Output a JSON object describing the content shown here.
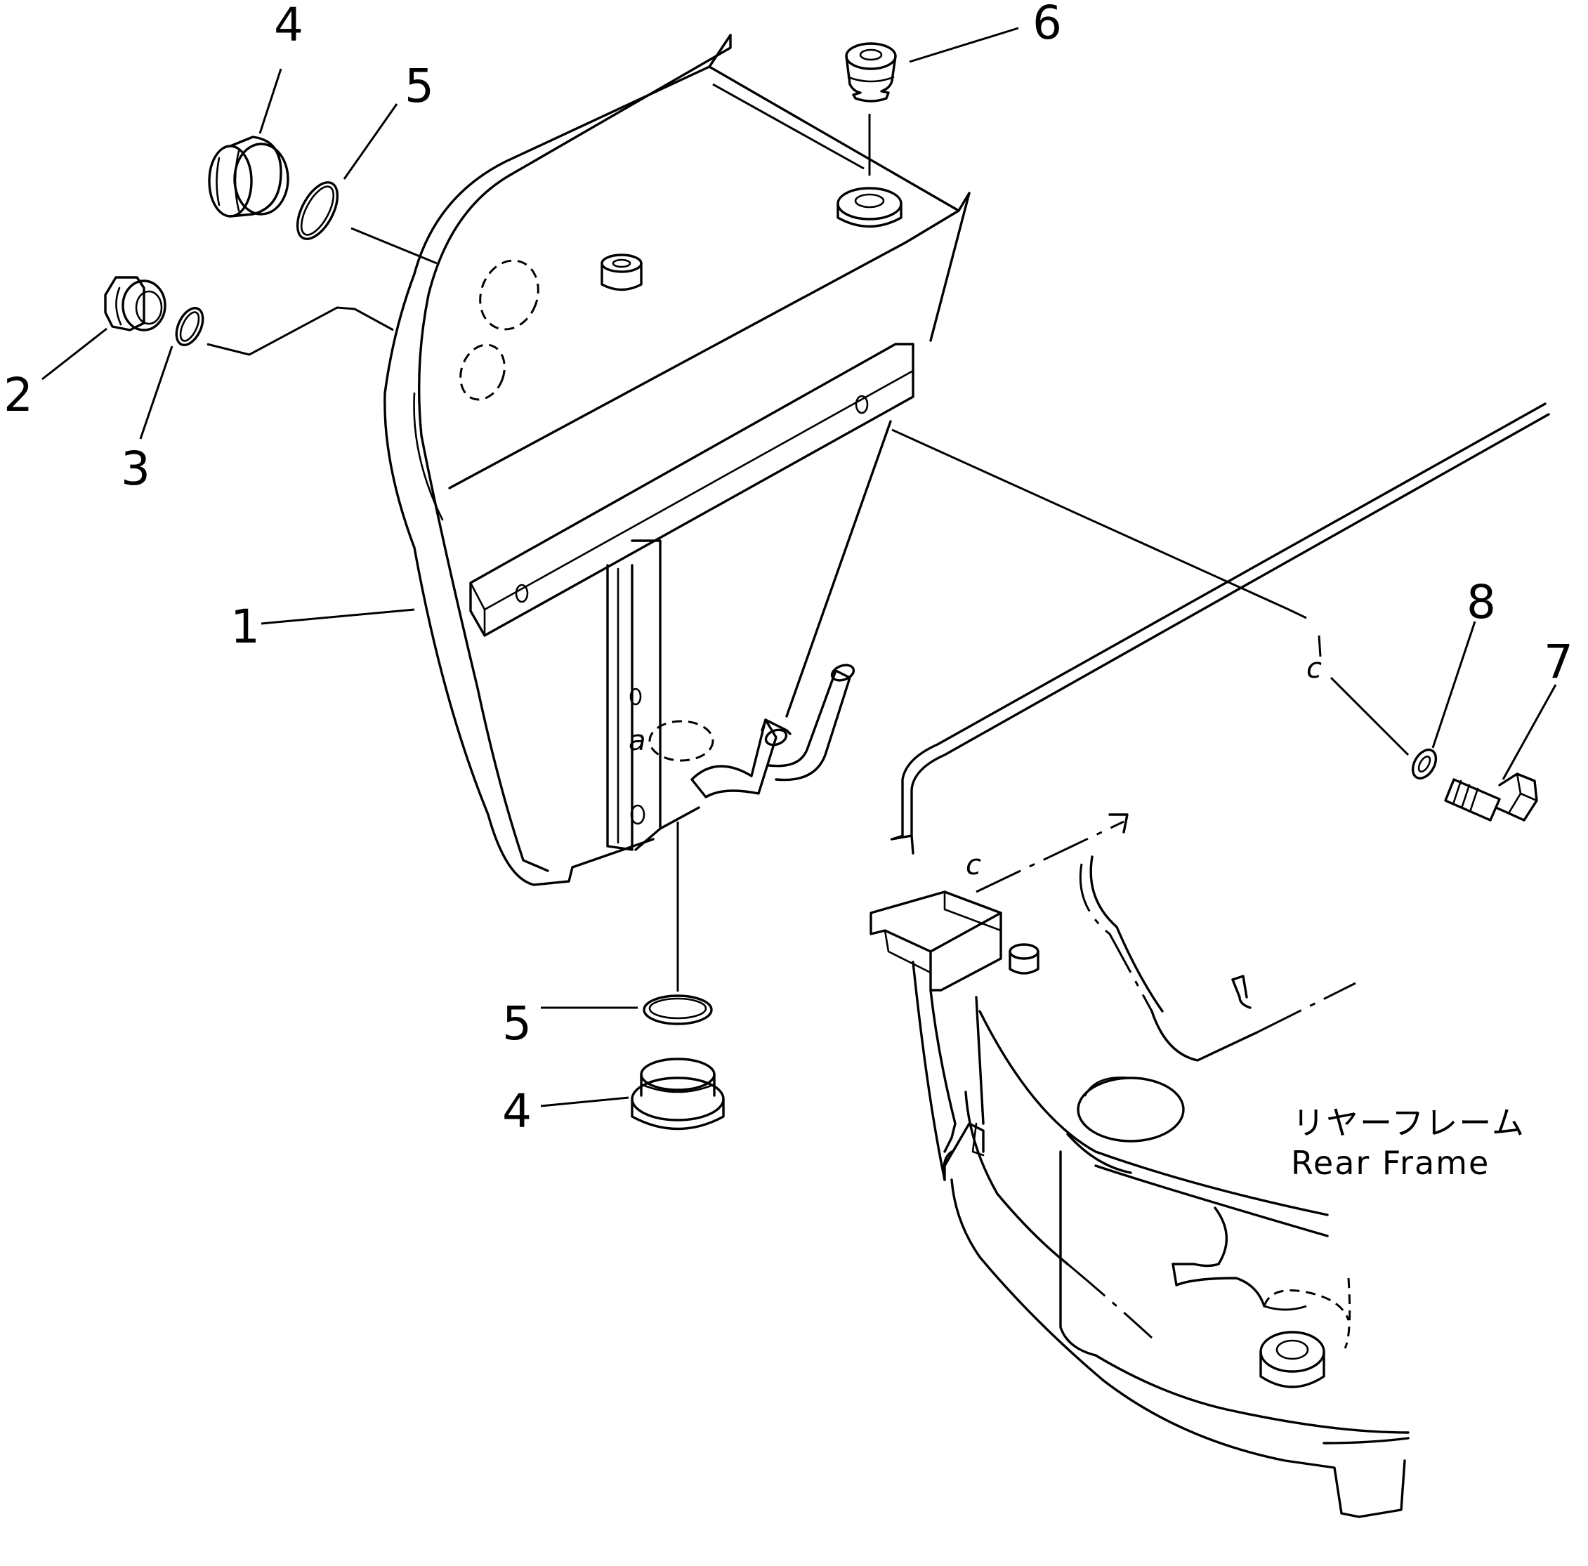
{
  "callouts": {
    "n1": "1",
    "n2": "2",
    "n3": "3",
    "n4_top": "4",
    "n4_bottom": "4",
    "n5_top": "5",
    "n5_bottom": "5",
    "n6": "6",
    "n7": "7",
    "n8": "8"
  },
  "references": {
    "a": "a",
    "c_upper": "c",
    "c_lower": "c"
  },
  "frame_label": {
    "japanese": "リヤーフレーム",
    "english": "Rear  Frame"
  }
}
